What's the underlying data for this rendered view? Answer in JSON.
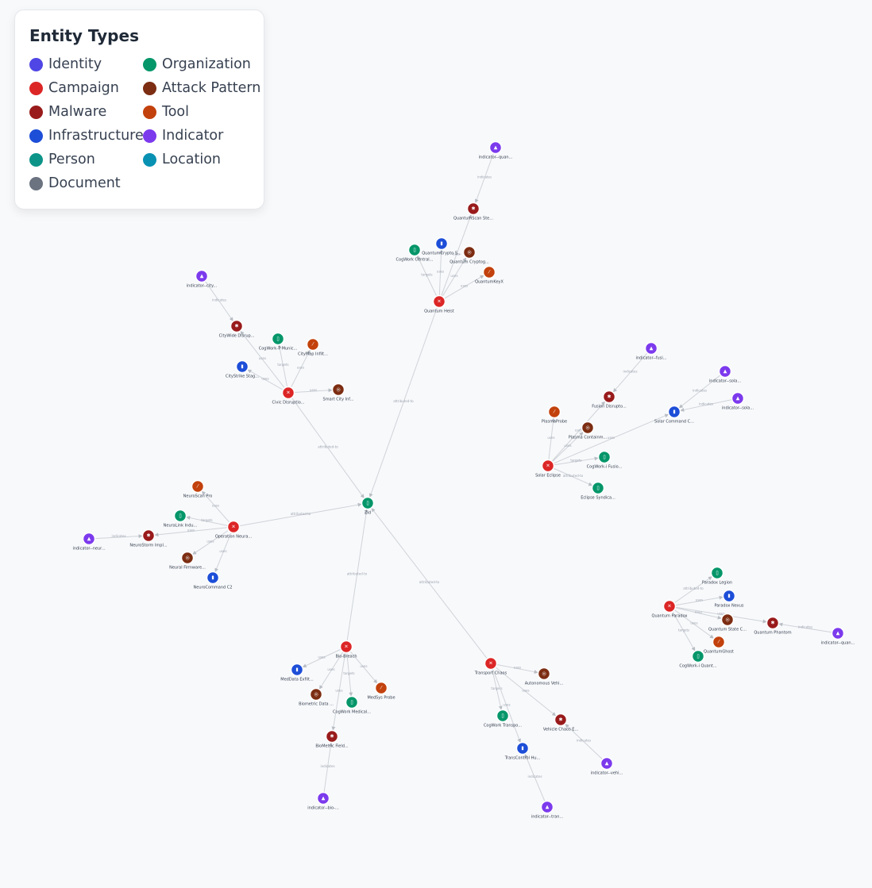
{
  "legend": {
    "title": "Entity Types",
    "items": [
      {
        "label": "Identity",
        "color": "#4f46e5"
      },
      {
        "label": "Organization",
        "color": "#059669"
      },
      {
        "label": "Campaign",
        "color": "#dc2626"
      },
      {
        "label": "Attack Pattern",
        "color": "#7c2d12"
      },
      {
        "label": "Malware",
        "color": "#991b1b"
      },
      {
        "label": "Tool",
        "color": "#c2410c"
      },
      {
        "label": "Infrastructure",
        "color": "#1d4ed8"
      },
      {
        "label": "Indicator",
        "color": "#7c3aed"
      },
      {
        "label": "Person",
        "color": "#0d9488"
      },
      {
        "label": "Location",
        "color": "#0891b2"
      },
      {
        "label": "Document",
        "color": "#6b7280"
      }
    ]
  },
  "type_colors": {
    "organization": "#059669",
    "campaign": "#dc2626",
    "attack-pattern": "#7c2d12",
    "malware": "#991b1b",
    "tool": "#c2410c",
    "infrastructure": "#1d4ed8",
    "indicator": "#7c3aed"
  },
  "type_glyphs": {
    "organization": "▯",
    "campaign": "✕",
    "attack-pattern": "◎",
    "malware": "✱",
    "tool": "⁄",
    "infrastructure": "▮",
    "indicator": "▲"
  },
  "nodes": [
    {
      "id": "zid",
      "label": "Zid",
      "type": "organization"
    },
    {
      "id": "qh",
      "label": "Quantum Heist",
      "type": "campaign"
    },
    {
      "id": "qh_ind",
      "label": "indicator--quan...",
      "type": "indicator"
    },
    {
      "id": "qh_mal",
      "label": "QuantumScan Ste...",
      "type": "malware"
    },
    {
      "id": "qh_infra",
      "label": "QuantumCrypto S...",
      "type": "infrastructure"
    },
    {
      "id": "qh_org",
      "label": "CogWork Central...",
      "type": "organization"
    },
    {
      "id": "qh_ap",
      "label": "Quantum Cryptog...",
      "type": "attack-pattern"
    },
    {
      "id": "qh_tool",
      "label": "QuantumKeyX",
      "type": "tool"
    },
    {
      "id": "cd",
      "label": "Civic Disruptio...",
      "type": "campaign"
    },
    {
      "id": "cd_ind",
      "label": "indicator--city...",
      "type": "indicator"
    },
    {
      "id": "cd_mal",
      "label": "CityWide Disrup...",
      "type": "malware"
    },
    {
      "id": "cd_org",
      "label": "CogWork-7 Munic...",
      "type": "organization"
    },
    {
      "id": "cd_tool",
      "label": "CityMap Infilt...",
      "type": "tool"
    },
    {
      "id": "cd_infra",
      "label": "CityStrike Stag...",
      "type": "infrastructure"
    },
    {
      "id": "cd_ap",
      "label": "Smart City Inf...",
      "type": "attack-pattern"
    },
    {
      "id": "se",
      "label": "Solar Eclipse",
      "type": "campaign"
    },
    {
      "id": "se_ind1",
      "label": "indicator--fusi...",
      "type": "indicator"
    },
    {
      "id": "se_mal",
      "label": "Fusion Disrupto...",
      "type": "malware"
    },
    {
      "id": "se_ind2",
      "label": "indicator--sola...",
      "type": "indicator"
    },
    {
      "id": "se_ind3",
      "label": "indicator--sola...",
      "type": "indicator"
    },
    {
      "id": "se_infra",
      "label": "Solar Command C...",
      "type": "infrastructure"
    },
    {
      "id": "se_tool",
      "label": "PlasmaProbe",
      "type": "tool"
    },
    {
      "id": "se_ap",
      "label": "Plasma Containm...",
      "type": "attack-pattern"
    },
    {
      "id": "se_org1",
      "label": "CogWork-i Fusio...",
      "type": "organization"
    },
    {
      "id": "se_org2",
      "label": "Eclipse Syndica...",
      "type": "organization"
    },
    {
      "id": "on",
      "label": "Operation Neura...",
      "type": "campaign"
    },
    {
      "id": "on_tool",
      "label": "NeuroScan Pro",
      "type": "tool"
    },
    {
      "id": "on_org",
      "label": "NeuraLink Indu...",
      "type": "organization"
    },
    {
      "id": "on_mal",
      "label": "NeuroStorm Impl...",
      "type": "malware"
    },
    {
      "id": "on_ind",
      "label": "indicator--neur...",
      "type": "indicator"
    },
    {
      "id": "on_ap",
      "label": "Neural Firmware...",
      "type": "attack-pattern"
    },
    {
      "id": "on_infra",
      "label": "NeuroCommand C2",
      "type": "infrastructure"
    },
    {
      "id": "bb",
      "label": "Bio-Breach",
      "type": "campaign"
    },
    {
      "id": "bb_infra",
      "label": "MedData Exfilt...",
      "type": "infrastructure"
    },
    {
      "id": "bb_ap",
      "label": "Biometric Data ...",
      "type": "attack-pattern"
    },
    {
      "id": "bb_org",
      "label": "CogWork Medical...",
      "type": "organization"
    },
    {
      "id": "bb_tool",
      "label": "MedSys Probe",
      "type": "tool"
    },
    {
      "id": "bb_mal",
      "label": "BioMetric Field...",
      "type": "malware"
    },
    {
      "id": "bb_ind",
      "label": "indicator--bio-...",
      "type": "indicator"
    },
    {
      "id": "tc",
      "label": "Transport Chaos",
      "type": "campaign"
    },
    {
      "id": "tc_ap",
      "label": "Autonomous Vehi...",
      "type": "attack-pattern"
    },
    {
      "id": "tc_org",
      "label": "CogWork Transpo...",
      "type": "organization"
    },
    {
      "id": "tc_mal",
      "label": "Vehicle Chaos E...",
      "type": "malware"
    },
    {
      "id": "tc_infra",
      "label": "TransControl Hu...",
      "type": "infrastructure"
    },
    {
      "id": "tc_ind1",
      "label": "indicator--vehi...",
      "type": "indicator"
    },
    {
      "id": "tc_ind2",
      "label": "indicator--tran...",
      "type": "indicator"
    },
    {
      "id": "qp",
      "label": "Quantum Paradox",
      "type": "campaign"
    },
    {
      "id": "qp_org1",
      "label": "Paradox Legion",
      "type": "organization"
    },
    {
      "id": "qp_infra",
      "label": "Paradox Nexus",
      "type": "infrastructure"
    },
    {
      "id": "qp_ap",
      "label": "Quantum State C...",
      "type": "attack-pattern"
    },
    {
      "id": "qp_mal",
      "label": "Quantum Phantom",
      "type": "malware"
    },
    {
      "id": "qp_ind",
      "label": "indicator--quan...",
      "type": "indicator"
    },
    {
      "id": "qp_tool",
      "label": "QuantumGhost",
      "type": "tool"
    },
    {
      "id": "qp_org2",
      "label": "CogWork-i Quant...",
      "type": "organization"
    }
  ],
  "edges": [
    {
      "from": "qh",
      "to": "zid",
      "label": "attributed-to"
    },
    {
      "from": "cd",
      "to": "zid",
      "label": "attributed-to"
    },
    {
      "from": "on",
      "to": "zid",
      "label": "attributed-to"
    },
    {
      "from": "bb",
      "to": "zid",
      "label": "attributed-to"
    },
    {
      "from": "tc",
      "to": "zid",
      "label": "attributed-to"
    },
    {
      "from": "qh_ind",
      "to": "qh_mal",
      "label": "indicates"
    },
    {
      "from": "qh",
      "to": "qh_mal",
      "label": "uses"
    },
    {
      "from": "qh",
      "to": "qh_infra",
      "label": "uses"
    },
    {
      "from": "qh",
      "to": "qh_org",
      "label": "targets"
    },
    {
      "from": "qh",
      "to": "qh_ap",
      "label": "uses"
    },
    {
      "from": "qh",
      "to": "qh_tool",
      "label": "uses"
    },
    {
      "from": "cd_ind",
      "to": "cd_mal",
      "label": "indicates"
    },
    {
      "from": "cd",
      "to": "cd_mal",
      "label": "uses"
    },
    {
      "from": "cd",
      "to": "cd_org",
      "label": "targets"
    },
    {
      "from": "cd",
      "to": "cd_tool",
      "label": "uses"
    },
    {
      "from": "cd",
      "to": "cd_infra",
      "label": "uses"
    },
    {
      "from": "cd",
      "to": "cd_ap",
      "label": "uses"
    },
    {
      "from": "se_ind1",
      "to": "se_mal",
      "label": "indicates"
    },
    {
      "from": "se_ind2",
      "to": "se_infra",
      "label": "indicates"
    },
    {
      "from": "se_ind3",
      "to": "se_infra",
      "label": "indicates"
    },
    {
      "from": "se",
      "to": "se_mal",
      "label": "uses"
    },
    {
      "from": "se",
      "to": "se_infra",
      "label": "uses"
    },
    {
      "from": "se",
      "to": "se_tool",
      "label": "uses"
    },
    {
      "from": "se",
      "to": "se_ap",
      "label": "uses"
    },
    {
      "from": "se",
      "to": "se_org1",
      "label": "targets"
    },
    {
      "from": "se",
      "to": "se_org2",
      "label": "attributed-to"
    },
    {
      "from": "on",
      "to": "on_tool",
      "label": "uses"
    },
    {
      "from": "on",
      "to": "on_org",
      "label": "targets"
    },
    {
      "from": "on",
      "to": "on_mal",
      "label": "uses"
    },
    {
      "from": "on_ind",
      "to": "on_mal",
      "label": "indicates"
    },
    {
      "from": "on",
      "to": "on_ap",
      "label": "uses"
    },
    {
      "from": "on",
      "to": "on_infra",
      "label": "uses"
    },
    {
      "from": "bb",
      "to": "bb_infra",
      "label": "uses"
    },
    {
      "from": "bb",
      "to": "bb_ap",
      "label": "uses"
    },
    {
      "from": "bb",
      "to": "bb_org",
      "label": "targets"
    },
    {
      "from": "bb",
      "to": "bb_tool",
      "label": "uses"
    },
    {
      "from": "bb",
      "to": "bb_mal",
      "label": "uses"
    },
    {
      "from": "bb_ind",
      "to": "bb_mal",
      "label": "indicates"
    },
    {
      "from": "tc",
      "to": "tc_ap",
      "label": "uses"
    },
    {
      "from": "tc",
      "to": "tc_org",
      "label": "targets"
    },
    {
      "from": "tc",
      "to": "tc_mal",
      "label": "uses"
    },
    {
      "from": "tc",
      "to": "tc_infra",
      "label": "uses"
    },
    {
      "from": "tc_ind1",
      "to": "tc_mal",
      "label": "indicates"
    },
    {
      "from": "tc_ind2",
      "to": "tc_infra",
      "label": "indicates"
    },
    {
      "from": "qp",
      "to": "qp_org1",
      "label": "attributed-to"
    },
    {
      "from": "qp",
      "to": "qp_infra",
      "label": "uses"
    },
    {
      "from": "qp",
      "to": "qp_ap",
      "label": "uses"
    },
    {
      "from": "qp",
      "to": "qp_mal",
      "label": "uses"
    },
    {
      "from": "qp_ind",
      "to": "qp_mal",
      "label": "indicates"
    },
    {
      "from": "qp",
      "to": "qp_tool",
      "label": "uses"
    },
    {
      "from": "qp",
      "to": "qp_org2",
      "label": "targets"
    }
  ]
}
